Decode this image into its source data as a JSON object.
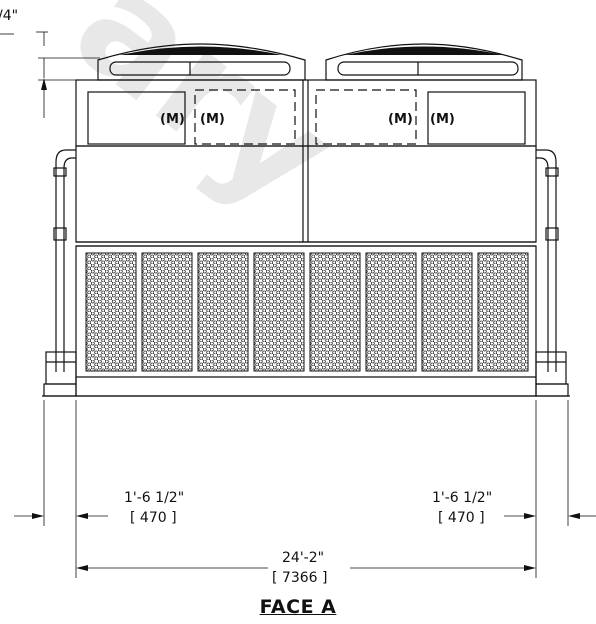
{
  "caption": "FACE A",
  "dimensions": {
    "top_partial_imperial": "/4\"",
    "left_clearance_imperial": "1'-6 1/2\"",
    "left_clearance_metric": "[ 470 ]",
    "right_clearance_imperial": "1'-6 1/2\"",
    "right_clearance_metric": "[ 470 ]",
    "overall_width_imperial": "24'-2\"",
    "overall_width_metric": "[ 7366 ]"
  },
  "panel_logo": "(M)",
  "watermark": "ary",
  "colors": {
    "line": "#111111",
    "background": "#ffffff"
  }
}
